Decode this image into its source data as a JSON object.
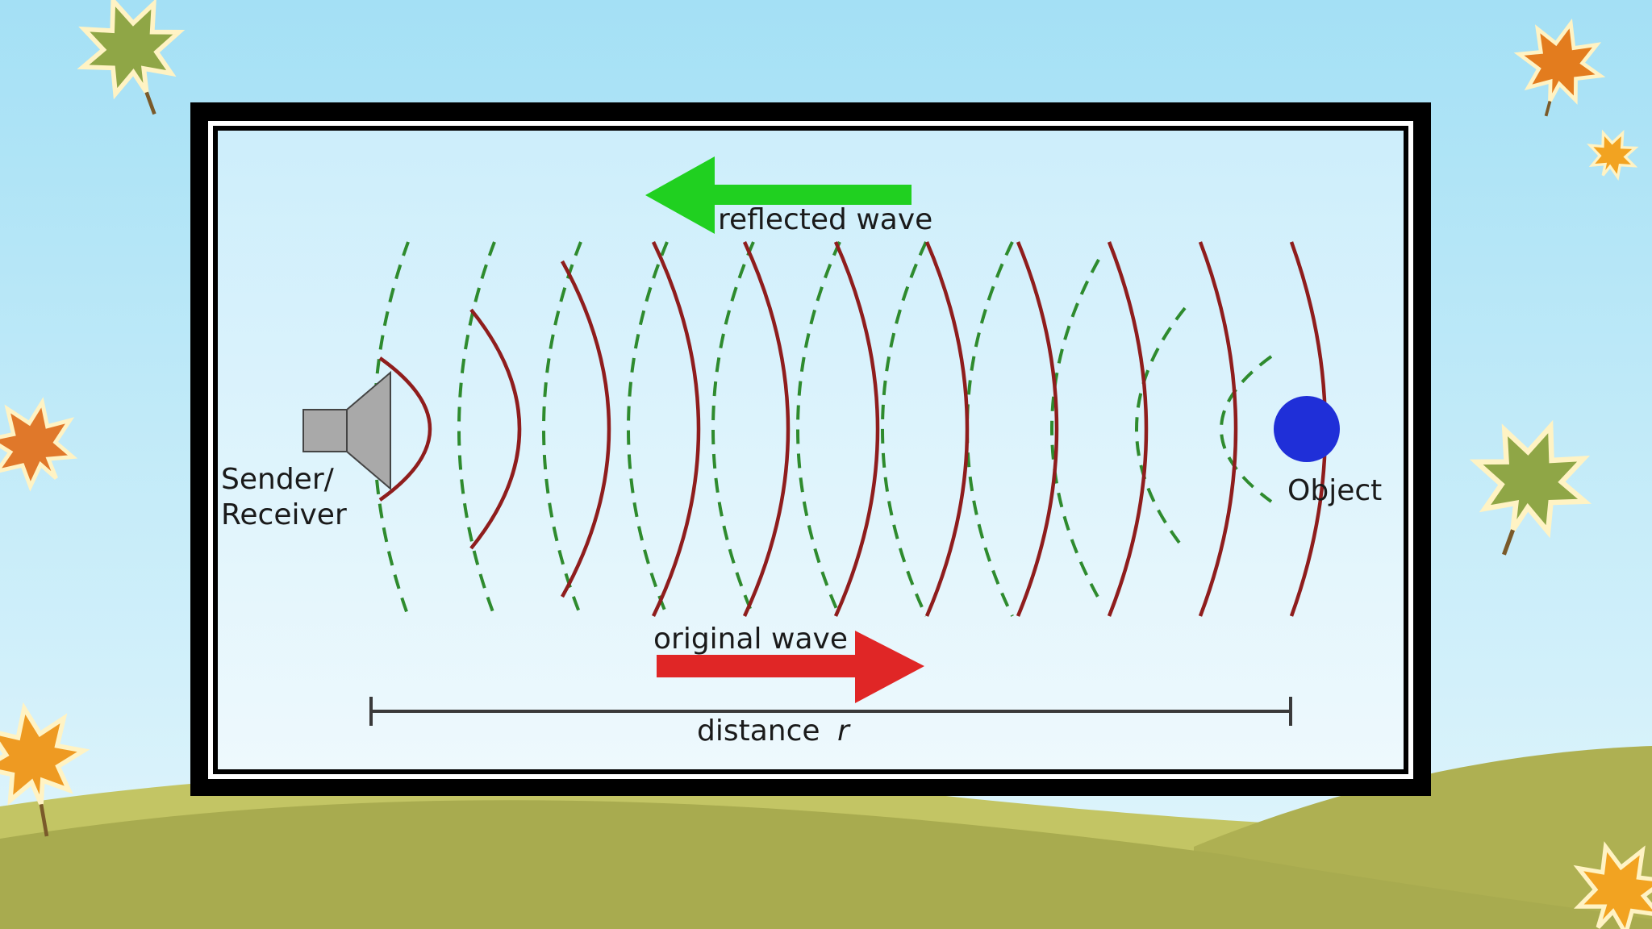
{
  "diagram": {
    "sender_label_line1": "Sender/",
    "sender_label_line2": "Receiver",
    "object_label": "Object",
    "reflected_wave_label": "reflected wave",
    "original_wave_label": "original wave",
    "distance_label": "distance",
    "distance_variable": "r",
    "waves": {
      "original_count": 11,
      "reflected_count": 11
    }
  },
  "colors": {
    "sky_top": "#a4e0f5",
    "sky_bottom": "#dbf3fb",
    "hill_light": "#c6c865",
    "hill_dark": "#a7ab4e",
    "frame": "#000000",
    "panel": "#e2f4fc",
    "original_wave": "#8f1d1d",
    "reflected_wave": "#2e8b2e",
    "reflected_arrow": "#20d020",
    "original_arrow": "#e02626",
    "object": "#1f2fd8",
    "speaker": "#a9a9a9",
    "distance_line": "#3a3a3a"
  },
  "icons": {
    "sender": "speaker-icon",
    "object": "object-circle",
    "decoration": "maple-leaf-icon"
  }
}
